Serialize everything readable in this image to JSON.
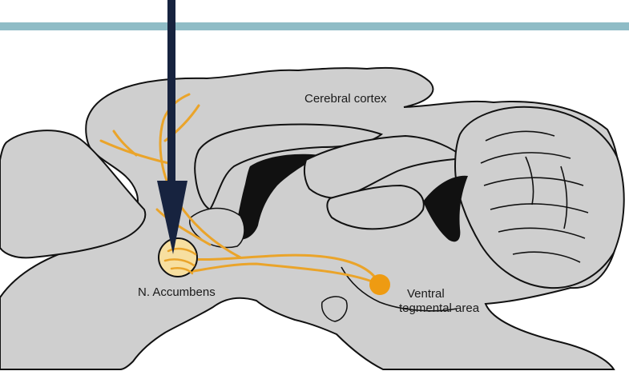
{
  "labels": {
    "cerebral_cortex": "Cerebral cortex",
    "n_accumbens": "N. Accumbens",
    "vta_line1": "Ventral",
    "vta_line2": "tegmental area"
  },
  "colors": {
    "brain_fill": "#cfcfcf",
    "outline": "#111111",
    "pathway": "#eaa42a",
    "accumbens_fill": "#f7dfa0",
    "vta": "#ee9b12",
    "arrow": "#17233f",
    "top_bar": "#8fbcc6"
  },
  "icons": {
    "arrow": "down-arrow-icon"
  }
}
